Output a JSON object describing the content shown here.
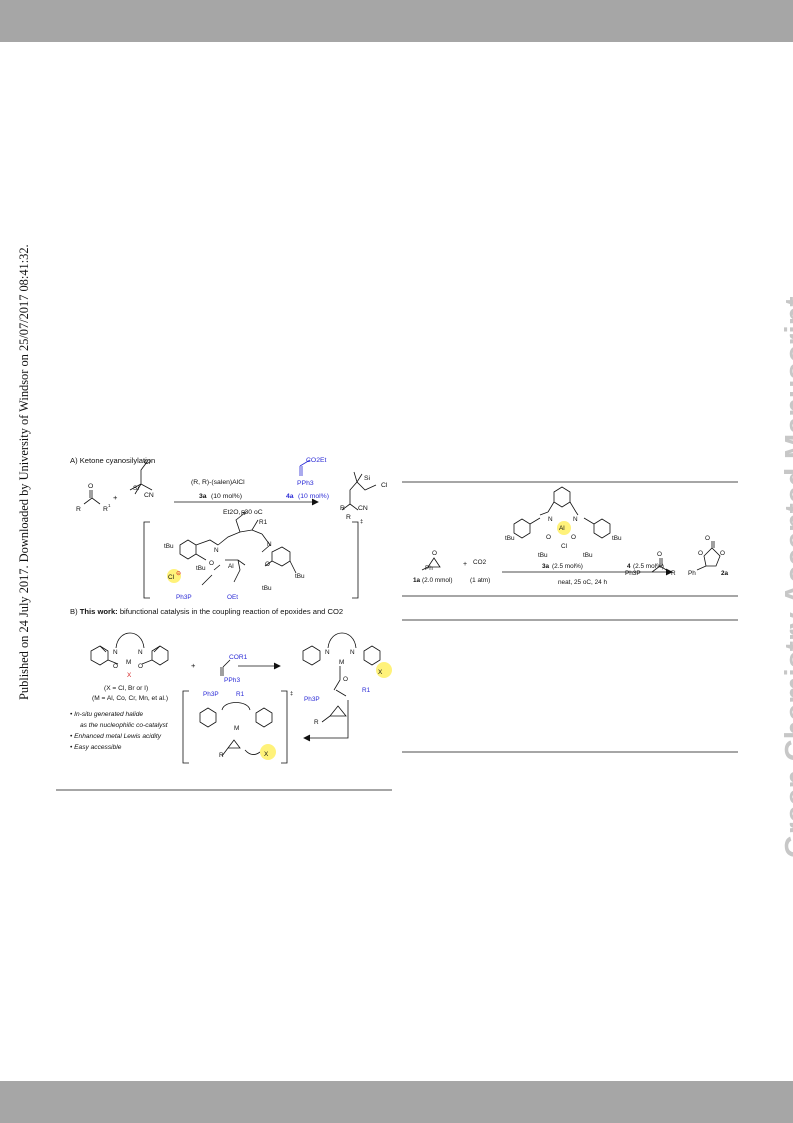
{
  "margin_note": "Published on 24 July 2017. Downloaded by University of Windsor on 25/07/2017 08:41:32.",
  "watermark": "Green Chemistry Accepted Manuscript",
  "scheme_left": {
    "section_a": {
      "title": "A) Ketone cyanosilylation",
      "cl": "Cl",
      "si": "Si",
      "cn": "CN",
      "r": "R",
      "r1": "R",
      "sup1": "1",
      "plus": "+",
      "catalyst_prefix": "(R, R)-(salen)AlCl",
      "co2et": "CO2Et",
      "pph3": "PPh3",
      "cat_3a_bold": "3a",
      "cat_3a_loading": "(10 mol%)",
      "cat_4a_bold": "4a",
      "cat_4a_loading": "(10 mol%)",
      "conditions": "Et2O, -30 oC",
      "ts": {
        "tbu": "tBu",
        "n": "N",
        "o": "O",
        "al": "Al",
        "r": "R",
        "r1": "R1",
        "cl_anion": "Cl",
        "oet": "OEt",
        "ph3p": "Ph3P",
        "dagger": "‡"
      }
    },
    "section_b": {
      "title_prefix": "B) ",
      "title_bold": "This work:",
      "title_rest": " bifunctional catalysis in the coupling reaction of epoxides and CO2",
      "m": "M",
      "x": "X",
      "n": "N",
      "o": "O",
      "cor1": "COR1",
      "pph3": "PPh3",
      "x_def": "(X = Cl, Br or I)",
      "m_def": "(M = Al, Co, Cr, Mn, et al.)",
      "ph3p": "Ph3P",
      "r1": "R1",
      "r": "R",
      "dagger": "‡",
      "bullets": [
        "In-situ generated halide",
        "as the nucleophilic co-catalyst",
        "Enhanced metal Lewis acidity",
        "Easy accessible"
      ]
    }
  },
  "scheme_right": {
    "ph": "Ph",
    "o": "O",
    "plus": "+",
    "co2": "CO2",
    "one_atm": "(1 atm)",
    "sub_bold": "1a",
    "sub_amount": "(2.0 mmol)",
    "cat_bold": "3a",
    "cat_loading": "(2.5 mol%)",
    "cocat_bold": "4",
    "cocat_loading": "(2.5 mol%)",
    "conditions": "neat, 25 oC, 24 h",
    "product": "2a",
    "tbu": "tBu",
    "n": "N",
    "al": "Al",
    "cl": "Cl",
    "ph3p": "Ph3P",
    "r": "R"
  },
  "colors": {
    "bar": "#a6a6a6",
    "watermark": "#c7c7c7",
    "blue": "#2a2ad6",
    "red": "#d42020",
    "highlight": "#fff27a"
  }
}
